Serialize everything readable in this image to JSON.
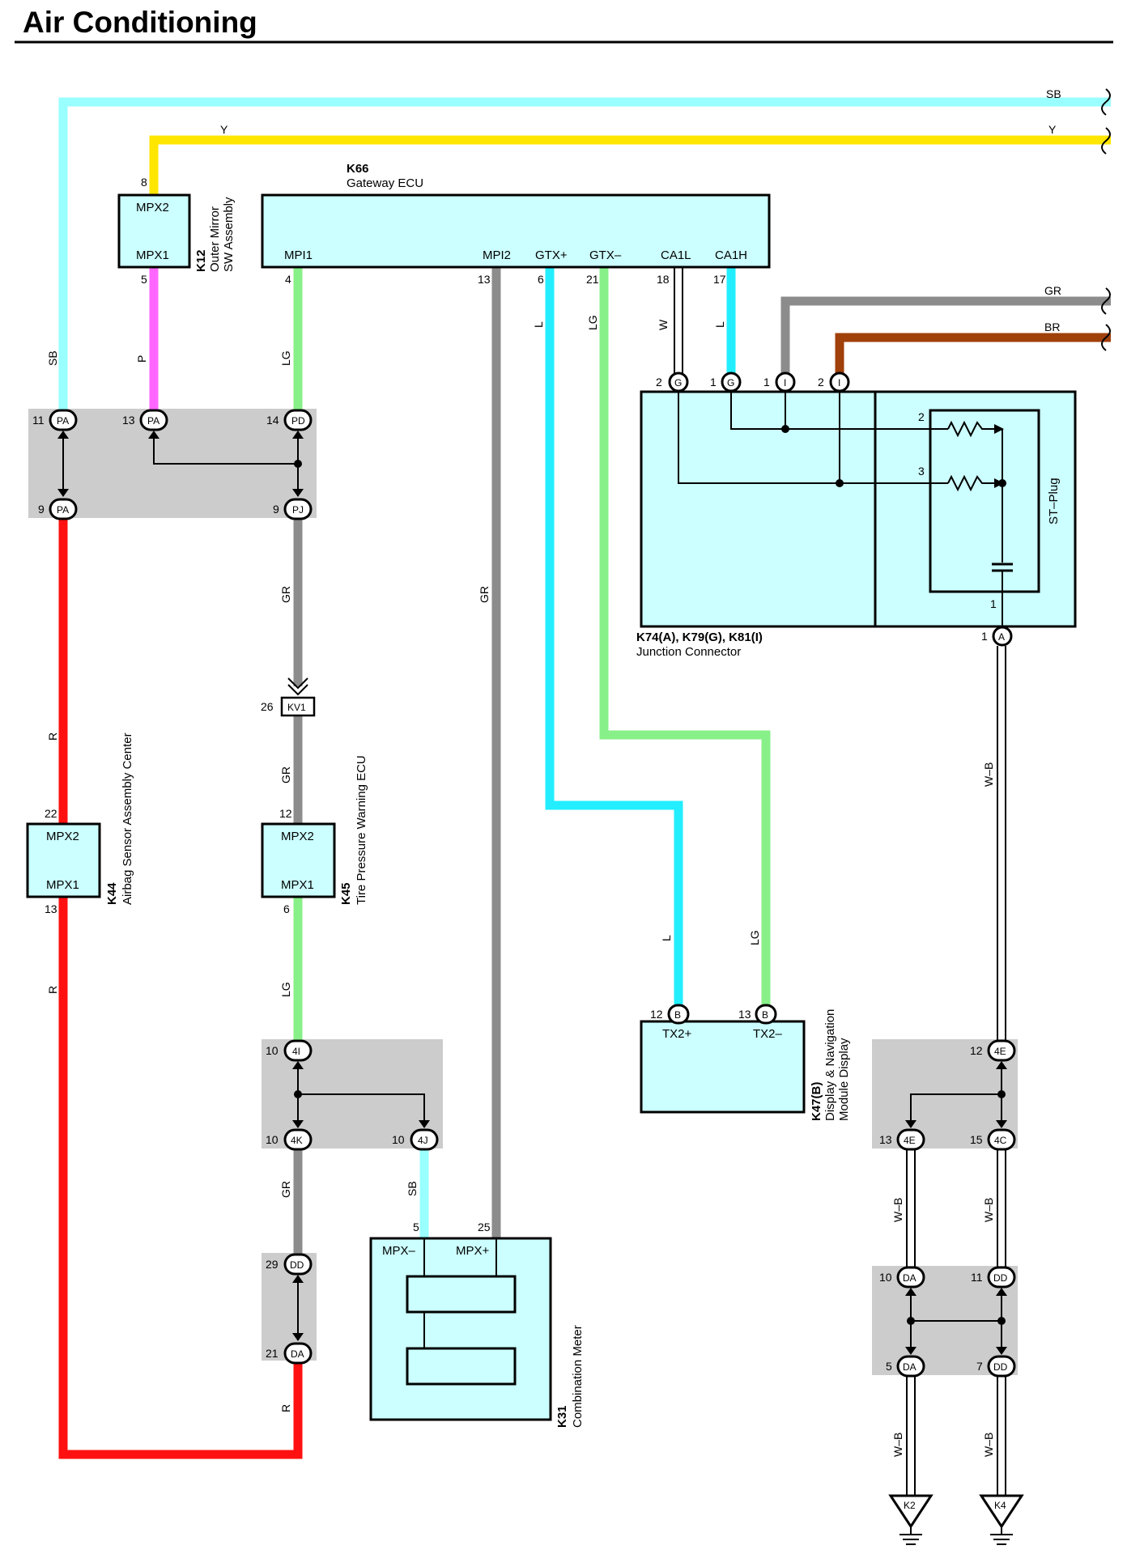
{
  "title": "Air Conditioning",
  "colors": {
    "SB": "#99ffff",
    "Y": "#ffe600",
    "P": "#ff66ff",
    "LG": "#88f088",
    "GR": "#8c8c8c",
    "L": "#22eeff",
    "R": "#ff1111",
    "BR": "#a0400a",
    "component_fill": "#ccffff",
    "splice_fill": "#cccccc"
  },
  "components": {
    "k66": {
      "code": "K66",
      "name": "Gateway ECU",
      "pins": [
        {
          "num": "4",
          "name": "MPI1"
        },
        {
          "num": "13",
          "name": "MPI2"
        },
        {
          "num": "6",
          "name": "GTX+"
        },
        {
          "num": "21",
          "name": "GTX–"
        },
        {
          "num": "18",
          "name": "CA1L"
        },
        {
          "num": "17",
          "name": "CA1H"
        }
      ]
    },
    "k12": {
      "code": "K12",
      "name_line1": "Outer Mirror",
      "name_line2": "SW Assembly",
      "pin_top": {
        "num": "8",
        "name": "MPX2"
      },
      "pin_bottom": {
        "num": "5",
        "name": "MPX1"
      }
    },
    "k44": {
      "code": "K44",
      "name": "Airbag Sensor Assembly Center",
      "pin_top": {
        "num": "22",
        "name": "MPX2"
      },
      "pin_bottom": {
        "num": "13",
        "name": "MPX1"
      }
    },
    "k45": {
      "code": "K45",
      "name": "Tire Pressure Warning ECU",
      "pin_top": {
        "num": "12",
        "name": "MPX2"
      },
      "pin_bottom": {
        "num": "6",
        "name": "MPX1"
      }
    },
    "k31": {
      "code": "K31",
      "name": "Combination Meter",
      "pins": [
        {
          "num": "5",
          "name": "MPX–"
        },
        {
          "num": "25",
          "name": "MPX+"
        }
      ]
    },
    "k47": {
      "code": "K47(B)",
      "name_line1": "Display & Navigation",
      "name_line2": "Module Display",
      "pins": [
        {
          "num": "12",
          "conn": "B",
          "name": "TX2+"
        },
        {
          "num": "13",
          "conn": "B",
          "name": "TX2–"
        }
      ]
    },
    "junction": {
      "code": "K74(A), K79(G), K81(I)",
      "name": "Junction Connector",
      "st_plug": "ST–Plug",
      "pins": [
        {
          "num": "2",
          "conn": "G"
        },
        {
          "num": "1",
          "conn": "G"
        },
        {
          "num": "1",
          "conn": "I"
        },
        {
          "num": "2",
          "conn": "I"
        },
        {
          "num": "1",
          "conn": "A"
        }
      ],
      "inner_pins": [
        "2",
        "3",
        "1"
      ]
    },
    "kv1": {
      "pin": "26",
      "label": "KV1"
    }
  },
  "splices": {
    "top_left": [
      {
        "num": "11",
        "conn": "PA"
      },
      {
        "num": "13",
        "conn": "PA"
      },
      {
        "num": "14",
        "conn": "PD"
      },
      {
        "num": "9",
        "conn": "PA"
      },
      {
        "num": "9",
        "conn": "PJ"
      }
    ],
    "mid": [
      {
        "num": "10",
        "conn": "4I"
      },
      {
        "num": "10",
        "conn": "4K"
      },
      {
        "num": "10",
        "conn": "4J"
      }
    ],
    "lower": [
      {
        "num": "29",
        "conn": "DD"
      },
      {
        "num": "21",
        "conn": "DA"
      }
    ],
    "right_top": [
      {
        "num": "12",
        "conn": "4E"
      },
      {
        "num": "13",
        "conn": "4E"
      },
      {
        "num": "15",
        "conn": "4C"
      }
    ],
    "right_bottom": [
      {
        "num": "10",
        "conn": "DA"
      },
      {
        "num": "11",
        "conn": "DD"
      },
      {
        "num": "5",
        "conn": "DA"
      },
      {
        "num": "7",
        "conn": "DD"
      }
    ]
  },
  "wire_labels": {
    "sb": "SB",
    "y": "Y",
    "gr": "GR",
    "br": "BR",
    "p": "P",
    "lg": "LG",
    "l": "L",
    "w": "W",
    "r": "R",
    "wb": "W–B"
  },
  "grounds": [
    "K2",
    "K4"
  ]
}
